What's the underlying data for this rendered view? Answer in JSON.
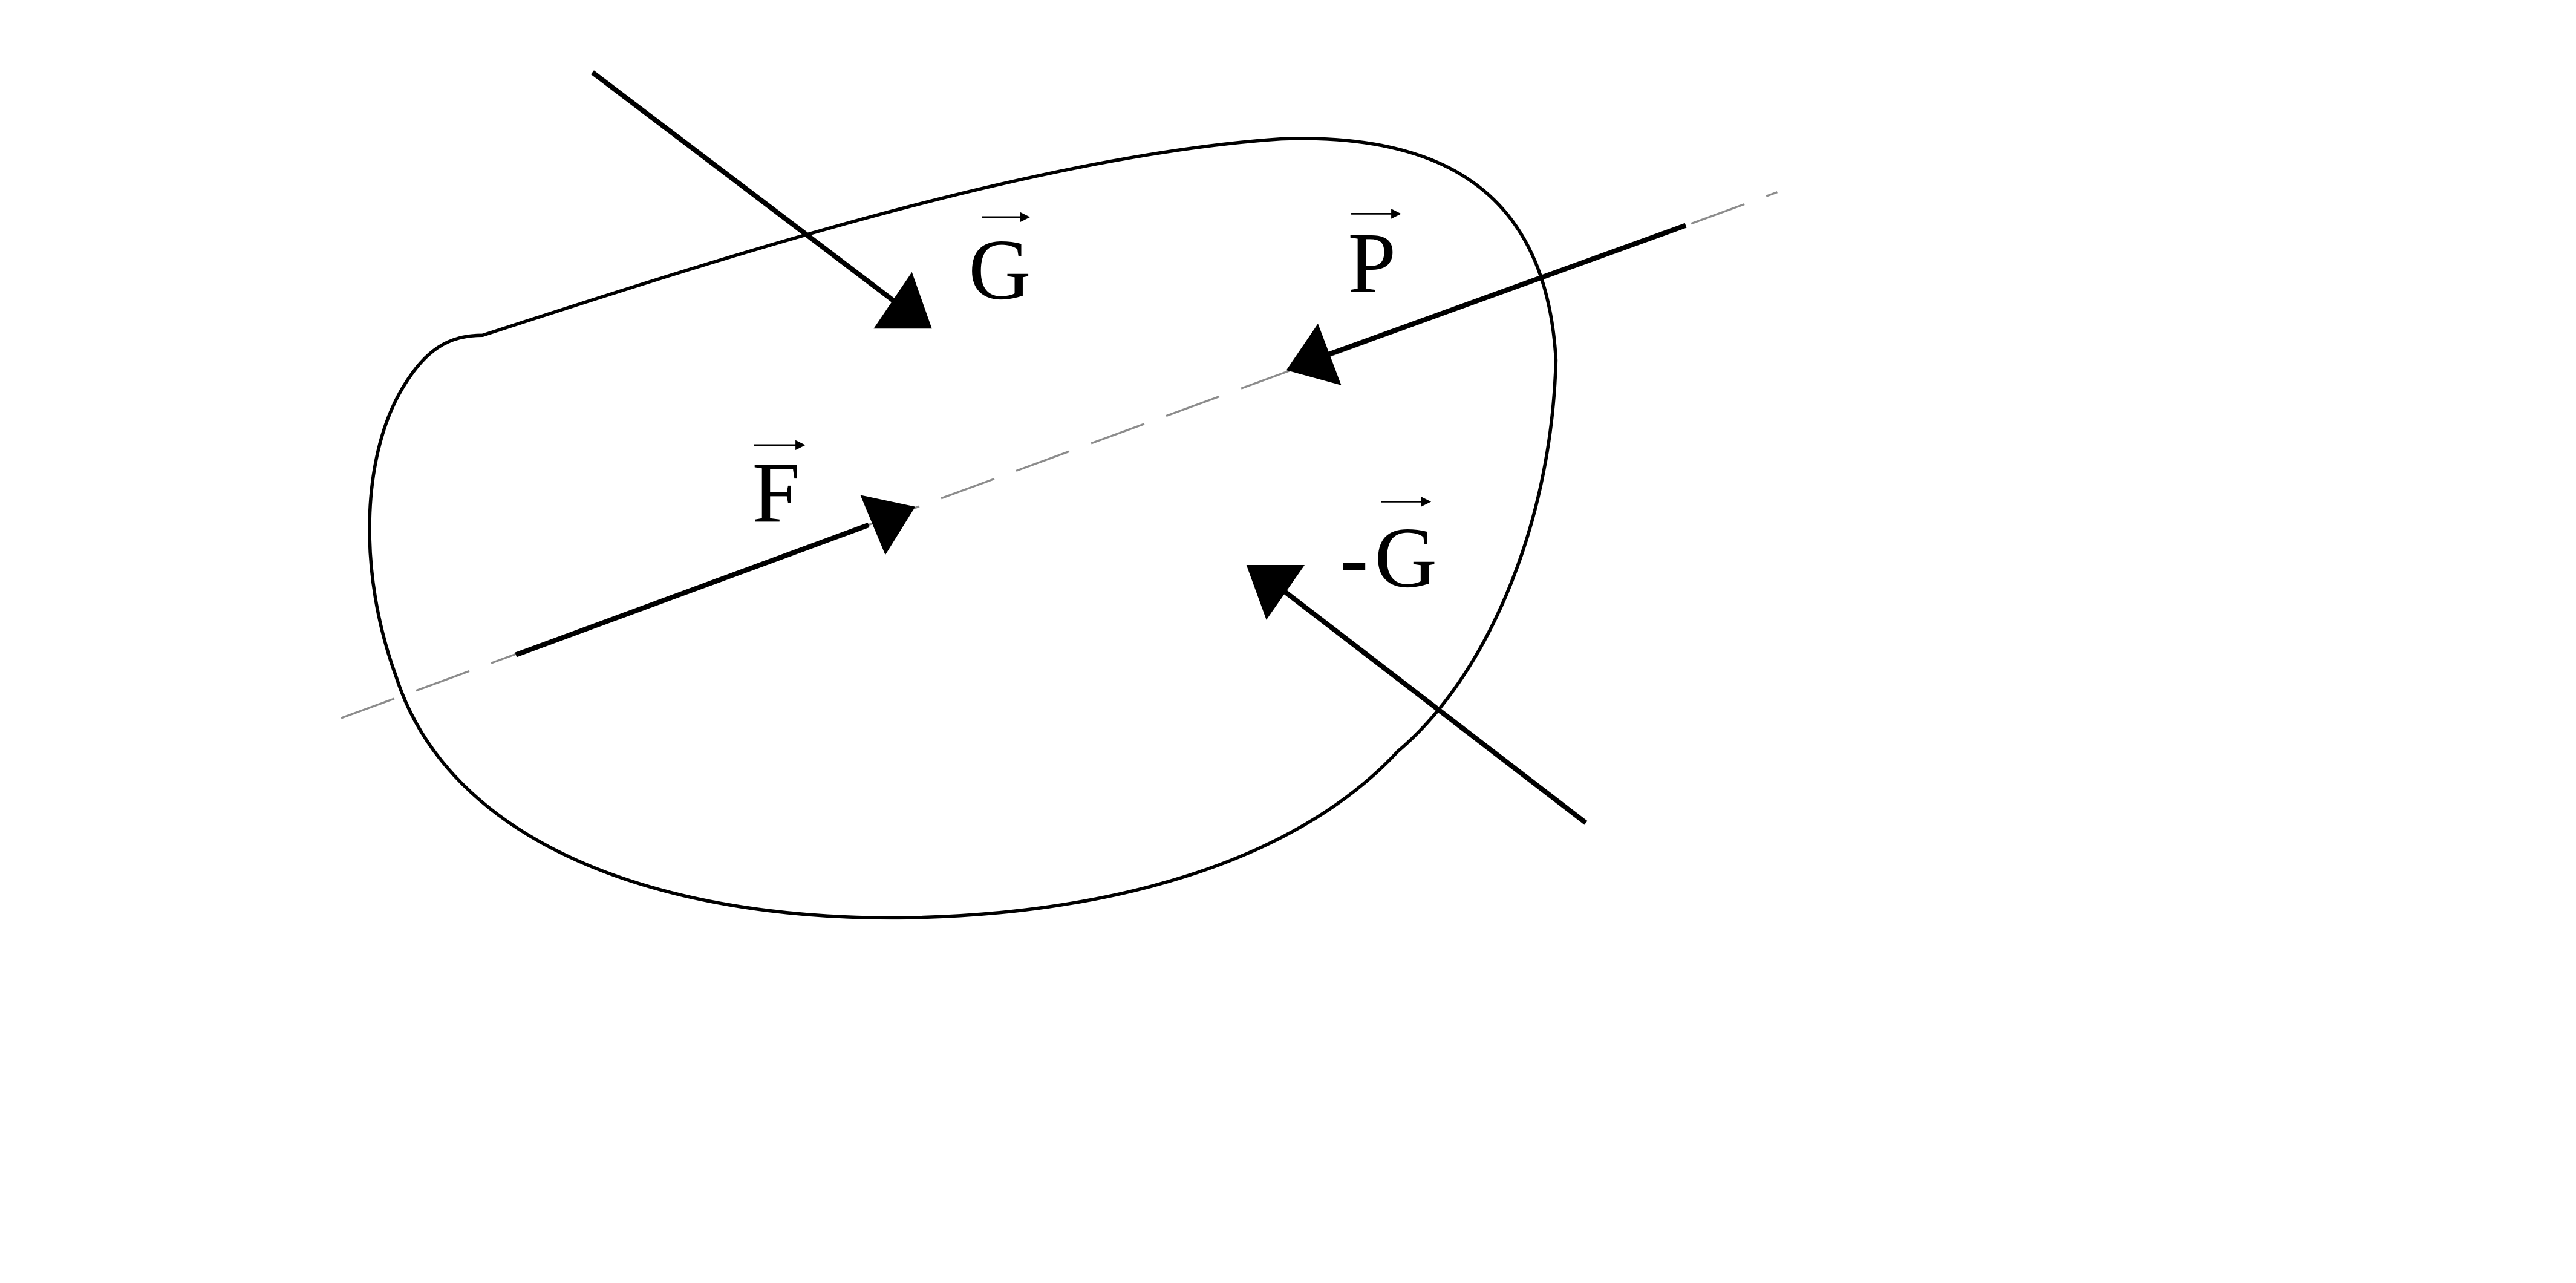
{
  "diagram": {
    "labels": {
      "g": "G",
      "p": "P",
      "f": "F",
      "neg_g_sign": "-",
      "neg_g": "G"
    },
    "colors": {
      "ink": "#000000",
      "axis_line": "#8c8c8c"
    }
  }
}
